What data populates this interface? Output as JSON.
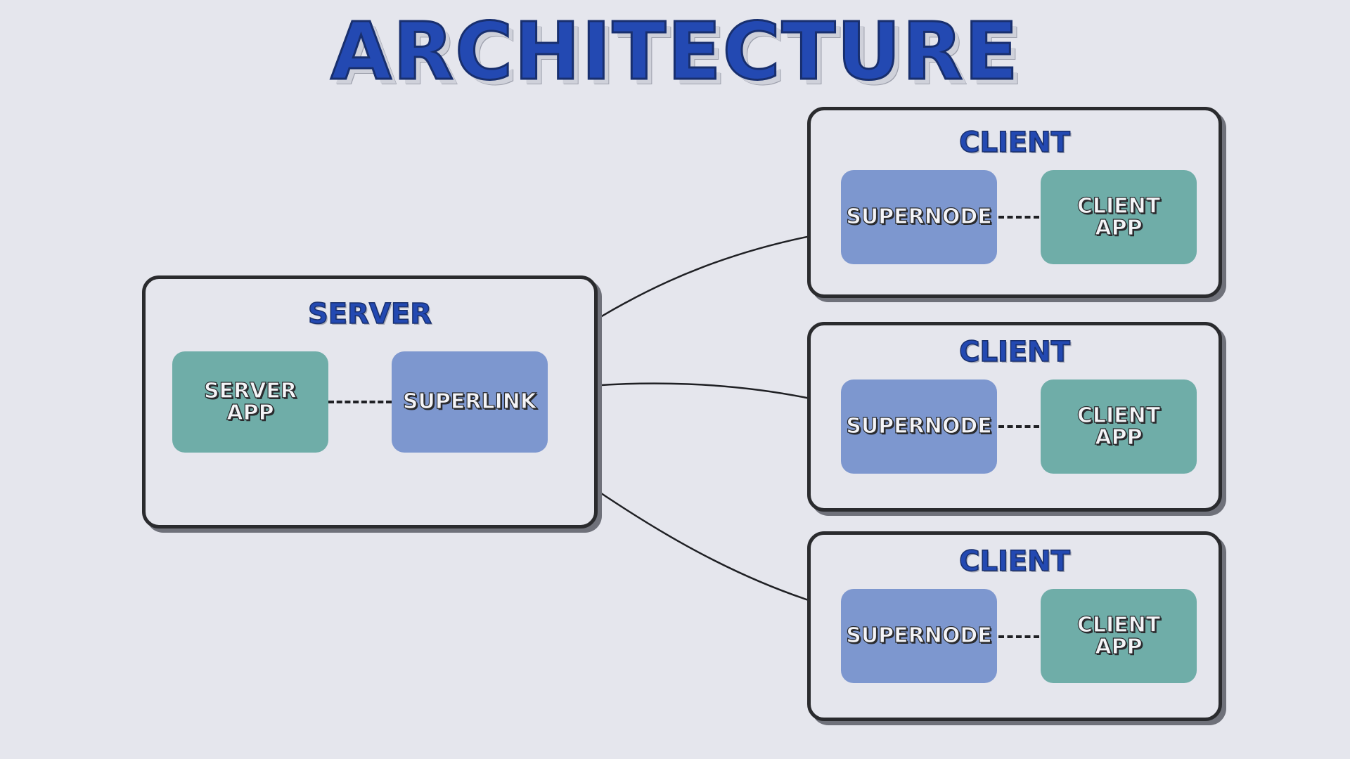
{
  "title": "ARCHITECTURE",
  "server": {
    "label": "SERVER",
    "server_app": "SERVER\nAPP",
    "superlink": "SUPERLINK"
  },
  "clients": [
    {
      "label": "CLIENT",
      "supernode": "SUPERNODE",
      "client_app": "CLIENT\nAPP"
    },
    {
      "label": "CLIENT",
      "supernode": "SUPERNODE",
      "client_app": "CLIENT\nAPP"
    },
    {
      "label": "CLIENT",
      "supernode": "SUPERNODE",
      "client_app": "CLIENT\nAPP"
    }
  ],
  "colors": {
    "background": "#e5e6ed",
    "title": "#2349b2",
    "border": "#2a2b2e",
    "superlink_supernode": "#7d97cf",
    "apps": "#6fada8"
  },
  "connections": [
    {
      "from": "superlink",
      "to": "client-1-supernode",
      "style": "solid"
    },
    {
      "from": "superlink",
      "to": "client-2-supernode",
      "style": "solid"
    },
    {
      "from": "superlink",
      "to": "client-3-supernode",
      "style": "solid"
    },
    {
      "from": "server-app",
      "to": "superlink",
      "style": "dashed"
    },
    {
      "from": "client-1-supernode",
      "to": "client-1-app",
      "style": "dashed"
    },
    {
      "from": "client-2-supernode",
      "to": "client-2-app",
      "style": "dashed"
    },
    {
      "from": "client-3-supernode",
      "to": "client-3-app",
      "style": "dashed"
    }
  ]
}
